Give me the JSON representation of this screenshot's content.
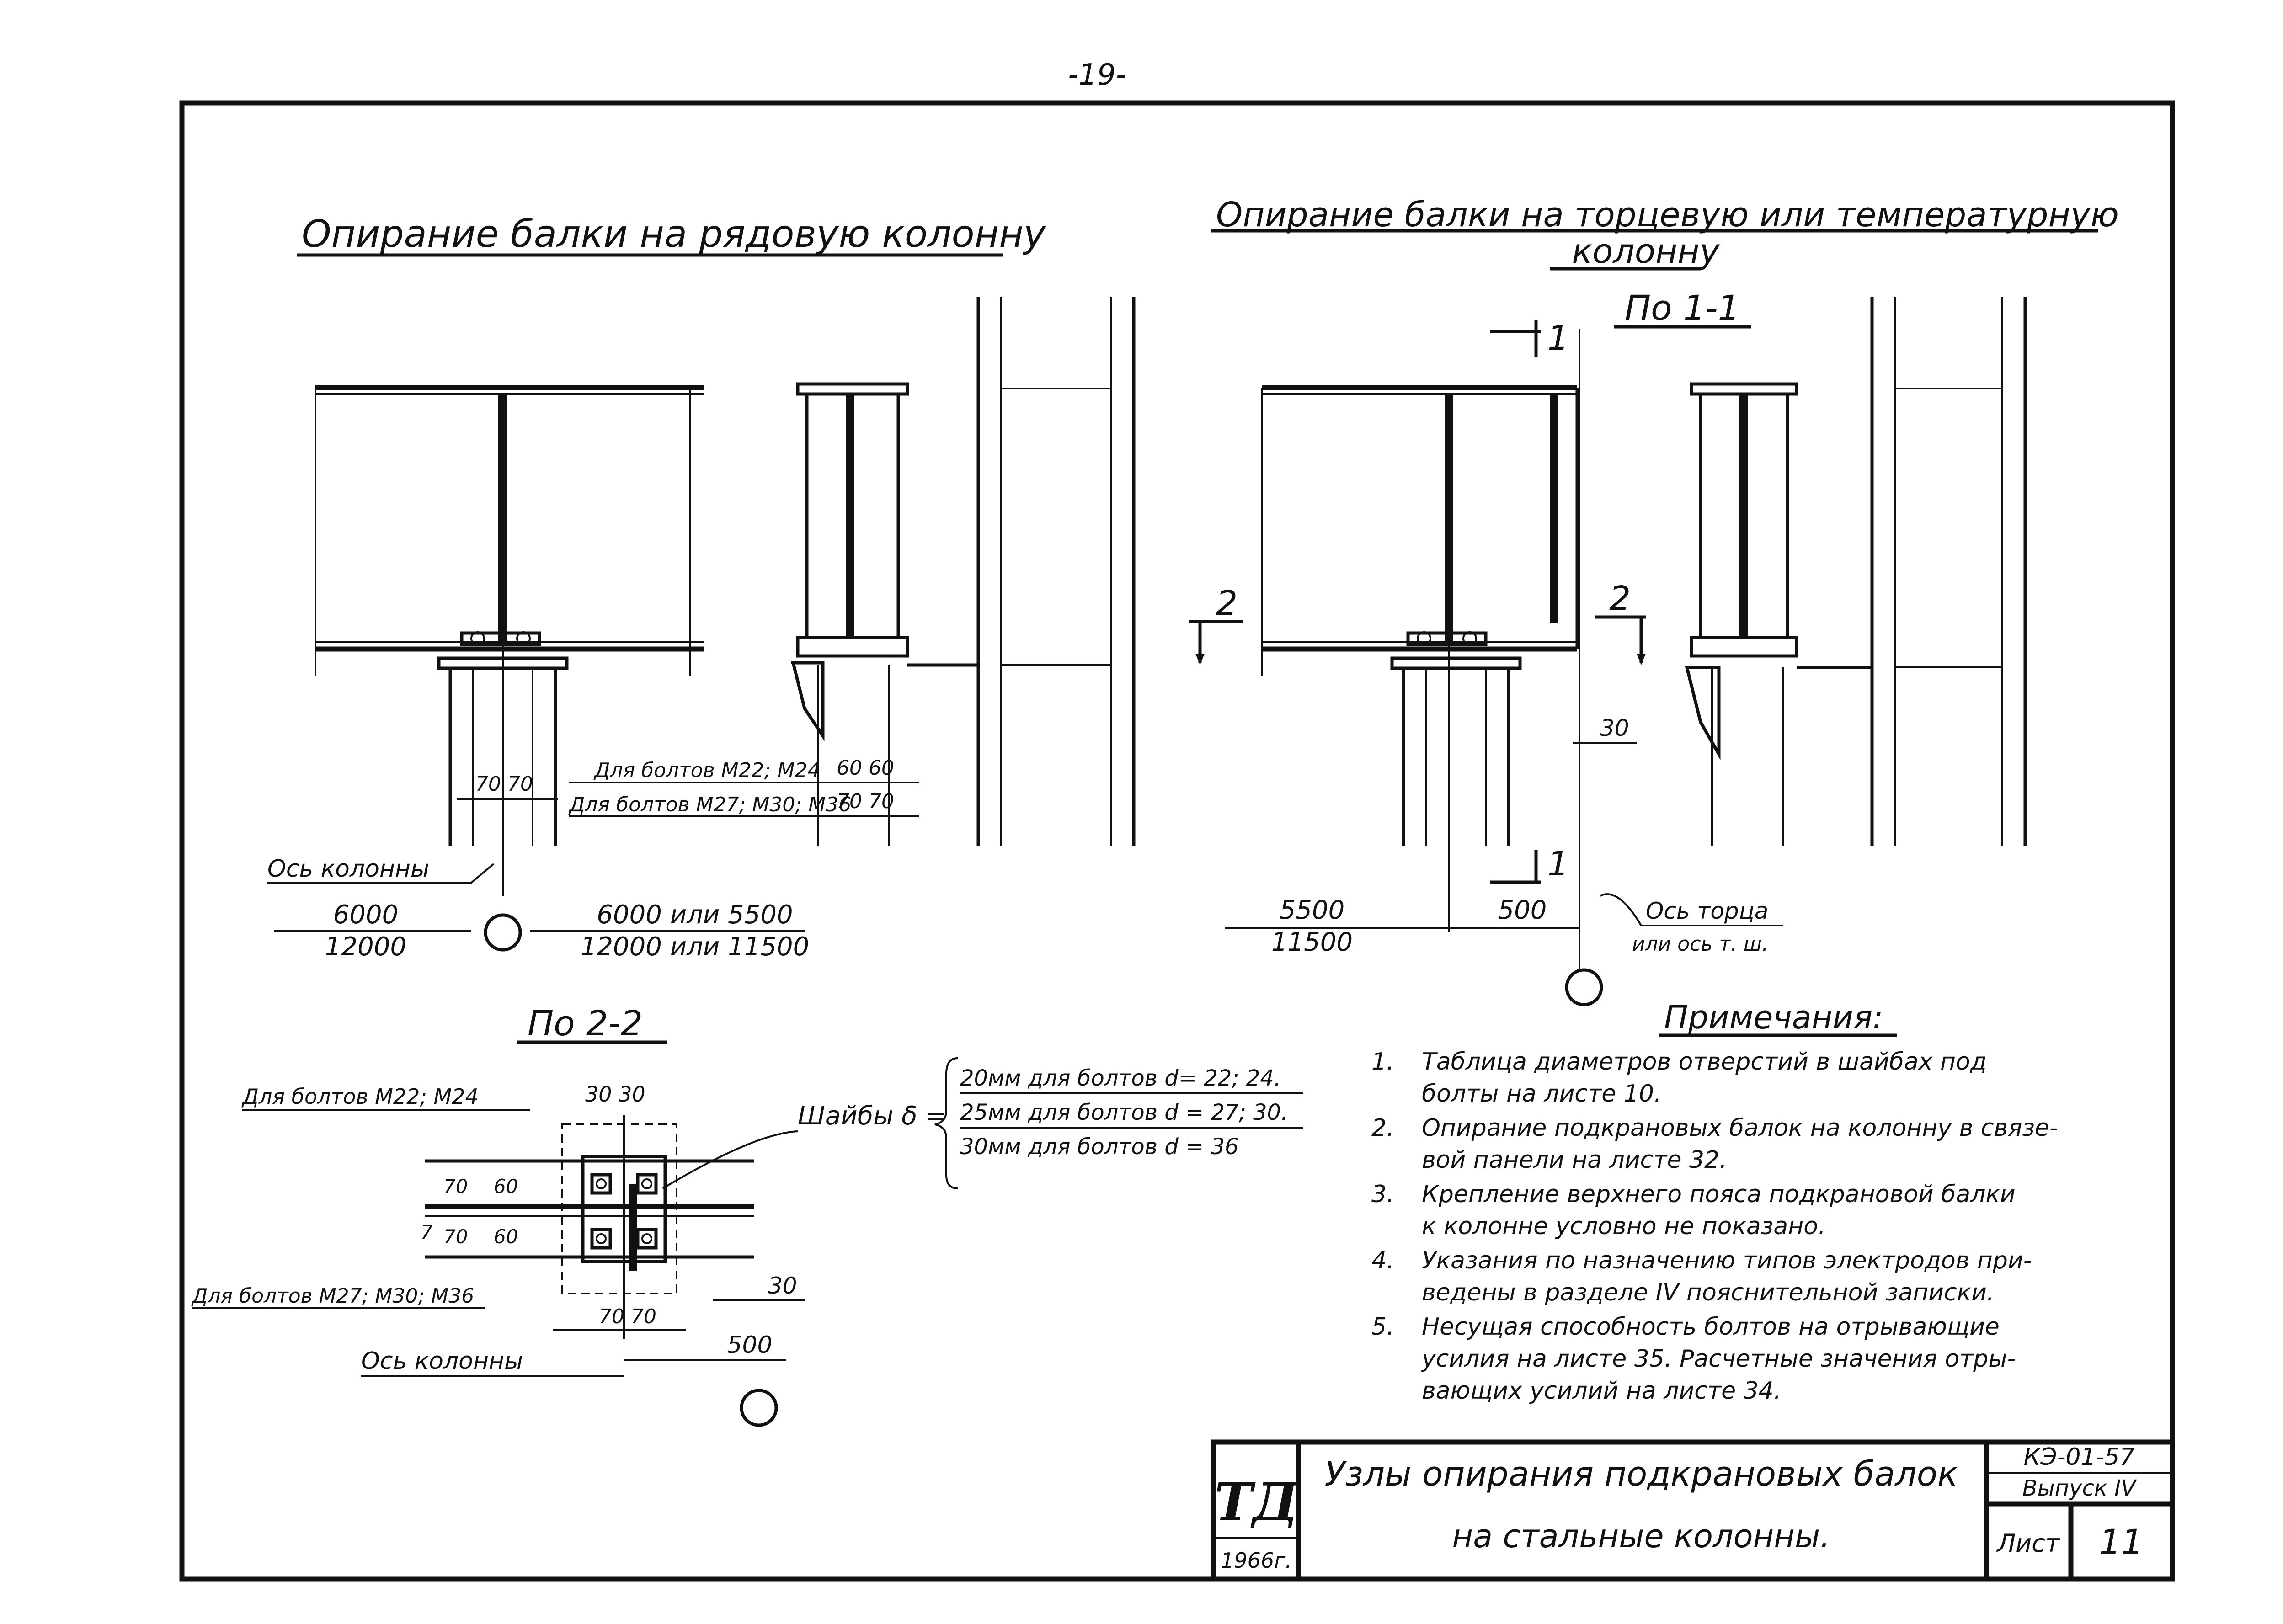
{
  "page_number": "-19-",
  "titles": {
    "left": "Опирание балки на рядовую колонну",
    "right_line1": "Опирание балки на торцевую или температурную",
    "right_line2": "колонну"
  },
  "sections": {
    "s11": "По 1-1",
    "s22": "По 2-2"
  },
  "section_marks": {
    "one": "1",
    "two": "2"
  },
  "left_detail": {
    "bolts_m22_m24": "Для болтов М22; М24",
    "bolts_m27_m30_m36": "Для болтов М27; М30; М36",
    "dim_70_70": "70 70",
    "dim_60_60": "60 60",
    "dim_70_70_b": "70 70",
    "axis_label": "Ось колонны",
    "span_a_top": "6000",
    "span_a_bot": "12000",
    "span_b_top": "6000 или 5500",
    "span_b_bot": "12000 или 11500"
  },
  "right_detail": {
    "dim_30": "30",
    "dim_500": "500",
    "span_top": "5500",
    "span_bot": "11500",
    "axis_line1": "Ось торца",
    "axis_line2": "или ось т. ш."
  },
  "plan_detail": {
    "bolts_m22_m24": "Для болтов М22; М24",
    "dim_30_30": "30 30",
    "bolts_m27_m30_m36": "Для болтов М27; М30; М36",
    "dim_70a": "70",
    "dim_60a": "60",
    "dim_70b": "70",
    "dim_60b": "60",
    "dim_7": "7",
    "dim_30": "30",
    "dim_70_70": "70 70",
    "dim_500": "500",
    "axis_label": "Ось колонны"
  },
  "washers": {
    "label": "Шайбы δ =",
    "line1": "20мм для болтов d= 22; 24.",
    "line2": "25мм для болтов d = 27; 30.",
    "line3": "30мм для болтов d = 36"
  },
  "notes": {
    "heading": "Примечания:",
    "items": [
      {
        "num": "1.",
        "lines": [
          "Таблица диаметров отверстий в шайбах под",
          "болты на листе 10."
        ]
      },
      {
        "num": "2.",
        "lines": [
          "Опирание подкрановых балок на колонну в связе-",
          "вой панели на листе 32."
        ]
      },
      {
        "num": "3.",
        "lines": [
          "Крепление верхнего пояса подкрановой балки",
          "к колонне условно не показано."
        ]
      },
      {
        "num": "4.",
        "lines": [
          "Указания по назначению типов электродов при-",
          "ведены в разделе IV пояснительной записки."
        ]
      },
      {
        "num": "5.",
        "lines": [
          "Несущая способность болтов на отрывающие",
          "усилия на листе 35. Расчетные значения отры-",
          "вающих усилий на листе 34."
        ]
      }
    ]
  },
  "title_block": {
    "logo": "ТД",
    "year": "1966г.",
    "title_line1": "Узлы опирания подкрановых балок",
    "title_line2": "на стальные колонны.",
    "doc_code": "КЭ-01-57",
    "issue": "Выпуск IV",
    "sheet_label": "Лист",
    "sheet_number": "11"
  }
}
